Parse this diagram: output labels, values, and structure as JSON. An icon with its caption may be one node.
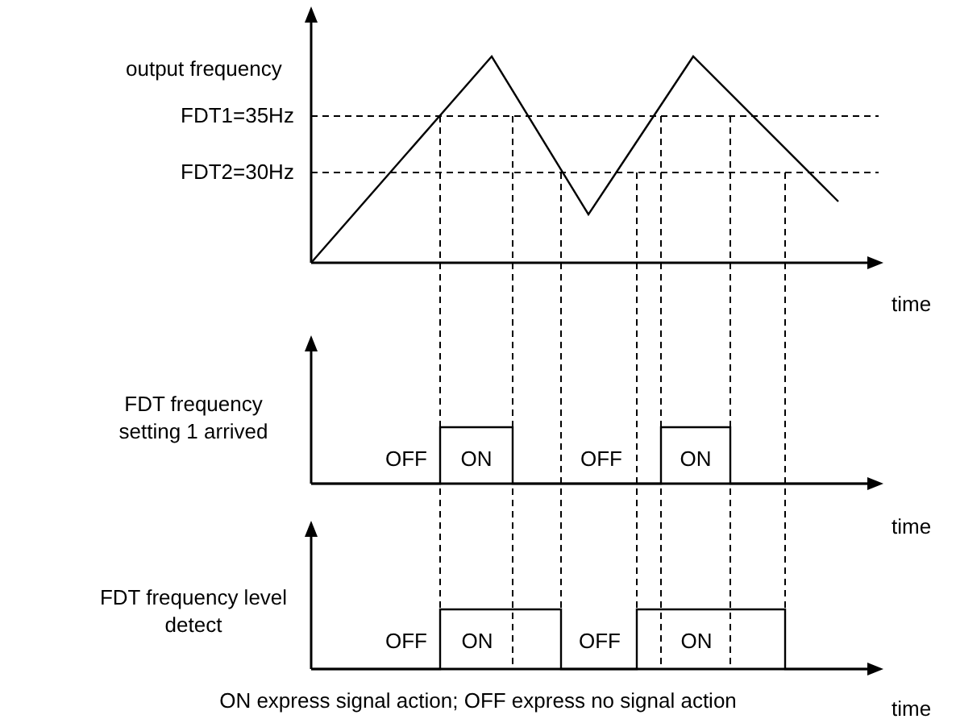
{
  "diagram": {
    "caption": "ON express signal action; OFF express no signal action",
    "labels": [
      "output frequency",
      "FDT1=35Hz",
      "FDT2=30Hz",
      "time",
      "FDT frequency setting 1 arrived",
      "OFF",
      "ON",
      "OFF",
      "ON",
      "time",
      "FDT frequency level detect",
      "OFF",
      "ON",
      "OFF",
      "ON",
      "time"
    ]
  }
}
